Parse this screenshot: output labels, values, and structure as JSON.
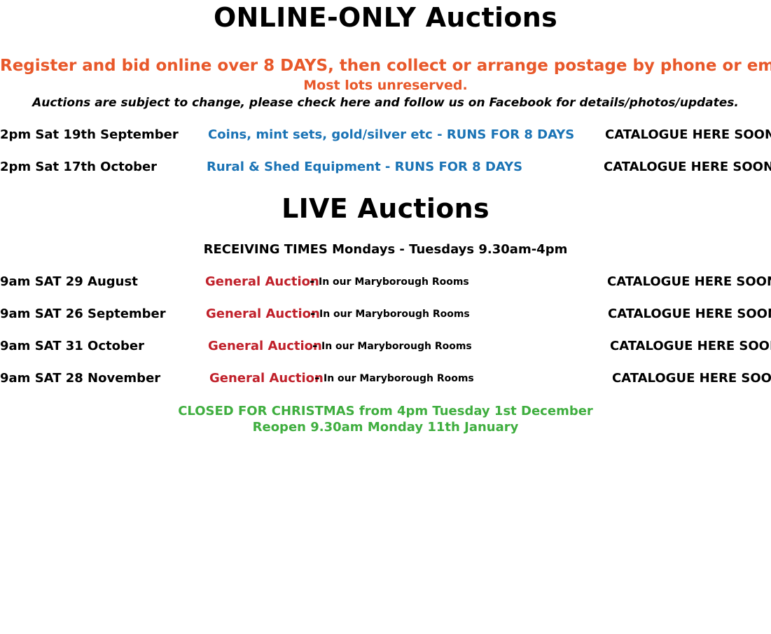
{
  "online": {
    "heading": "ONLINE-ONLY Auctions",
    "intro_line1": "Register and bid online over 8 DAYS, then collect or arrange postage by phone or email.",
    "intro_line2": "Most lots unreserved.",
    "note": "Auctions are subject to change, please check here and follow us on Facebook for details/photos/updates.",
    "items": [
      {
        "date": "2pm Sat 19th September",
        "title": "Coins, mint sets, gold/silver etc - RUNS FOR 8 DAYS",
        "catalogue": "CATALOGUE HERE SOON"
      },
      {
        "date": "2pm Sat 17th October",
        "title": "Rural & Shed Equipment - RUNS FOR 8 DAYS",
        "catalogue": "CATALOGUE HERE SOON"
      }
    ]
  },
  "live": {
    "heading": "LIVE Auctions",
    "receiving": "RECEIVING TIMES Mondays - Tuesdays 9.30am-4pm",
    "items": [
      {
        "date": "9am SAT 29 August",
        "title": "General Auction",
        "separator": "-",
        "location": "In our Maryborough Rooms",
        "catalogue": "CATALOGUE HERE SOON"
      },
      {
        "date": "9am SAT 26 September",
        "title": "General Auction",
        "separator": "-",
        "location": "In our Maryborough Rooms",
        "catalogue": "CATALOGUE HERE SOON"
      },
      {
        "date": "9am SAT 31 October",
        "title": "General Auction",
        "separator": "-",
        "location": "In our Maryborough Rooms",
        "catalogue": "CATALOGUE HERE SOON"
      },
      {
        "date": "9am SAT 28 November",
        "title": "General Auction",
        "separator": "-",
        "location": "In our Maryborough Rooms",
        "catalogue": "CATALOGUE HERE SOON"
      }
    ]
  },
  "closure": {
    "line1": "CLOSED FOR CHRISTMAS from 4pm Tuesday 1st December",
    "line2": "Reopen 9.30am Monday 11th January"
  },
  "colors": {
    "orange": "#e8582a",
    "blue": "#1a73b5",
    "red": "#c0202a",
    "green": "#3fae3f"
  }
}
